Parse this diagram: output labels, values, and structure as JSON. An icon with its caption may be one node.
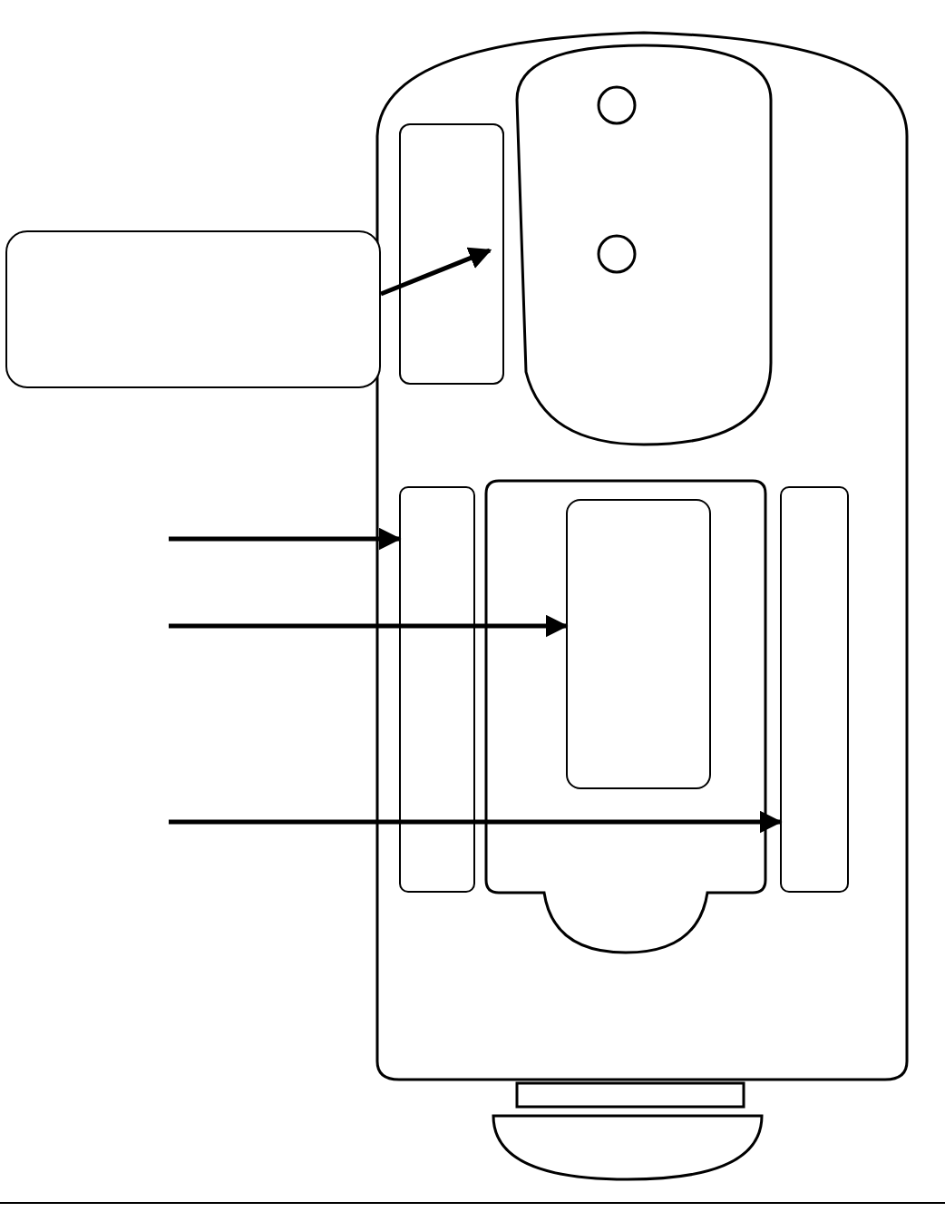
{
  "diagram": {
    "nodes": [
      {
        "text": [],
        "shape": "box"
      },
      {
        "text": [],
        "shape": "box"
      },
      {
        "text": [],
        "shape": "box"
      },
      {
        "text": [],
        "shape": "box"
      },
      {
        "text": [],
        "shape": "box"
      }
    ],
    "edges": [
      {
        "from": 0,
        "to": 1,
        "arrow": "to"
      },
      {
        "from": null,
        "to": 2,
        "arrow": "to"
      },
      {
        "from": null,
        "to": 3,
        "arrow": "to"
      },
      {
        "from": null,
        "to": 4,
        "arrow": "to"
      }
    ]
  }
}
